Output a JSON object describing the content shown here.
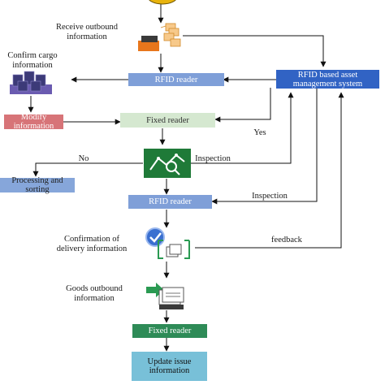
{
  "nodes": {
    "rfid_reader_1": "RFID reader",
    "rfid_system": "RFID based asset management system",
    "modify_information": "Modify information",
    "fixed_reader_1": "Fixed reader",
    "processing_sorting": "Processing and sorting",
    "rfid_reader_2": "RFID reader",
    "fixed_reader_2": "Fixed reader",
    "update_issue": "Update issue information"
  },
  "labels": {
    "receive_outbound": "Receive outbound\ninformation",
    "confirm_cargo": "Confirm cargo\ninformation",
    "yes": "Yes",
    "no": "No",
    "inspection_1": "Inspection",
    "inspection_2": "Inspection",
    "confirmation_delivery": "Confirmation of\ndelivery information",
    "feedback": "feedback",
    "goods_outbound": "Goods outbound\ninformation"
  },
  "colors": {
    "rfid_reader": "#7f9fd8",
    "rfid_system": "#3163c4",
    "modify_information": "#d77478",
    "fixed_reader_light": "#d5e8d0",
    "processing_sorting": "#86a6da",
    "fixed_reader_dark": "#2e8b57",
    "update_issue": "#78c0d8",
    "inspection_icon": "#1f7a38"
  },
  "icons": [
    "start-node-icon",
    "outbound-document-icon",
    "cargo-boxes-icon",
    "inspection-chart-icon",
    "delivery-check-icon",
    "goods-outbound-icon"
  ]
}
